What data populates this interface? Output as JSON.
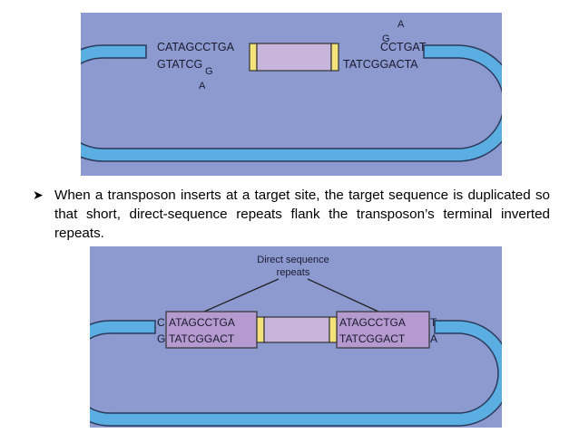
{
  "colors": {
    "panel_bg": "#8d9ad0",
    "dna_strand": "#5aaee1",
    "dna_outline": "#2b3a5c",
    "transposon_body": "#c7b5dc",
    "inverted_repeat": "#f6e27a",
    "direct_repeat_box": "#b59ad0"
  },
  "figure_top": {
    "left_top_seq": "CATAGCCTGA",
    "left_bottom_seq": "GTATCG",
    "left_sub_g": "G",
    "left_sub_a": "A",
    "right_top_a": "A",
    "right_top_g": "G",
    "right_top_seq": "CCTGAT",
    "right_bottom_seq": "TATCGGACTA"
  },
  "caption": {
    "bullet_icon": "arrow-bullet-icon",
    "text": "When a transposon inserts at a target site, the target sequence is duplicated so that short, direct-sequence repeats flank the transposon’s terminal inverted repeats."
  },
  "figure_bottom": {
    "label_line1": "Direct sequence",
    "label_line2": "repeats",
    "left_top_outer": "C",
    "left_top_box": "ATAGCCTGA",
    "left_bottom_outer": "G",
    "left_bottom_box": "TATCGGACT",
    "right_top_box": "ATAGCCTGA",
    "right_top_outer": "T",
    "right_bottom_box": "TATCGGACT",
    "right_bottom_outer": "A"
  }
}
